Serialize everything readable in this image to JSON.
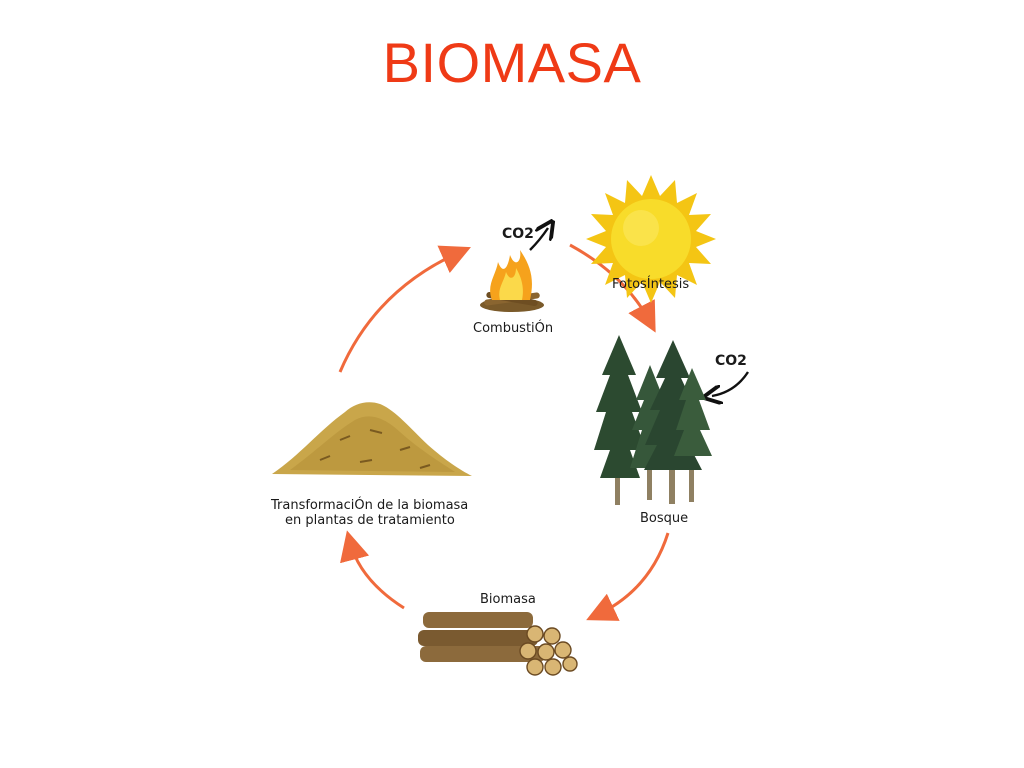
{
  "title": "BIOMASA",
  "labels": {
    "co2_top": "CO2",
    "co2_right": "CO2",
    "fotosintesis": "FotosÍntesis",
    "combustion": "CombustiÓn",
    "bosque": "Bosque",
    "biomasa": "Biomasa",
    "transformacion_line1": "TransformaciÓn de la biomasa",
    "transformacion_line2": "en plantas de tratamiento"
  },
  "colors": {
    "title": "#ef3a16",
    "cycle_arrow": "#f06a3c",
    "sun": "#f6d11a",
    "tree": "#2f4f34",
    "wood": "#8c6a3c",
    "pile": "#c9a64a"
  }
}
